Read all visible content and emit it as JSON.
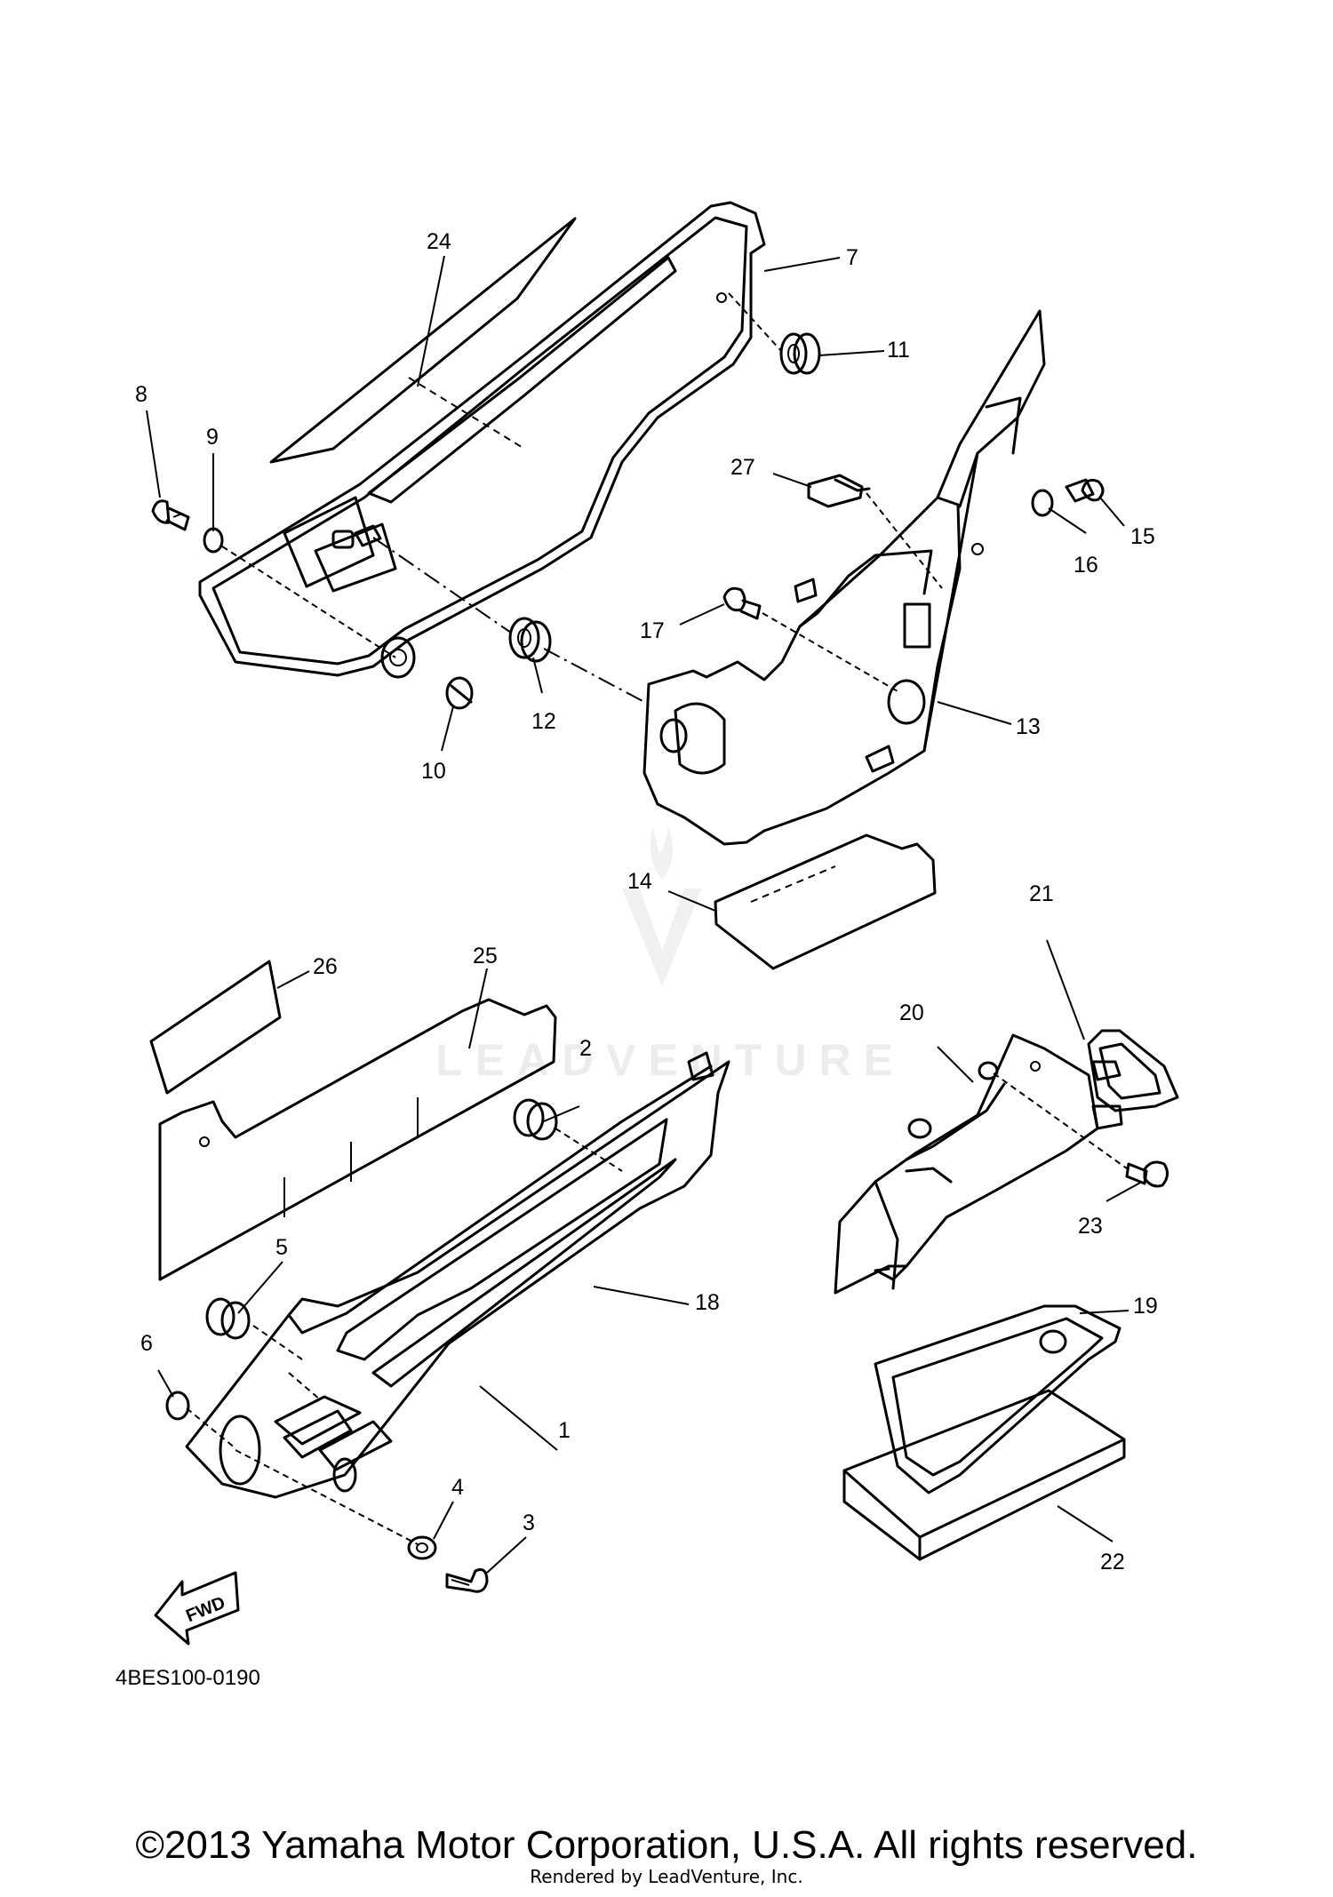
{
  "diagram": {
    "callouts": [
      "1",
      "2",
      "3",
      "4",
      "5",
      "6",
      "7",
      "8",
      "9",
      "10",
      "11",
      "12",
      "13",
      "14",
      "15",
      "16",
      "17",
      "18",
      "19",
      "20",
      "21",
      "22",
      "23",
      "24",
      "25",
      "26",
      "27"
    ],
    "drawing_code": "4BES100-0190",
    "fwd_label": "FWD",
    "watermark": "LEADVENTURE"
  },
  "footer": {
    "copyright": "©2013 Yamaha Motor Corporation, U.S.A. All rights reserved.",
    "render_credit": "Rendered by LeadVenture, Inc."
  }
}
